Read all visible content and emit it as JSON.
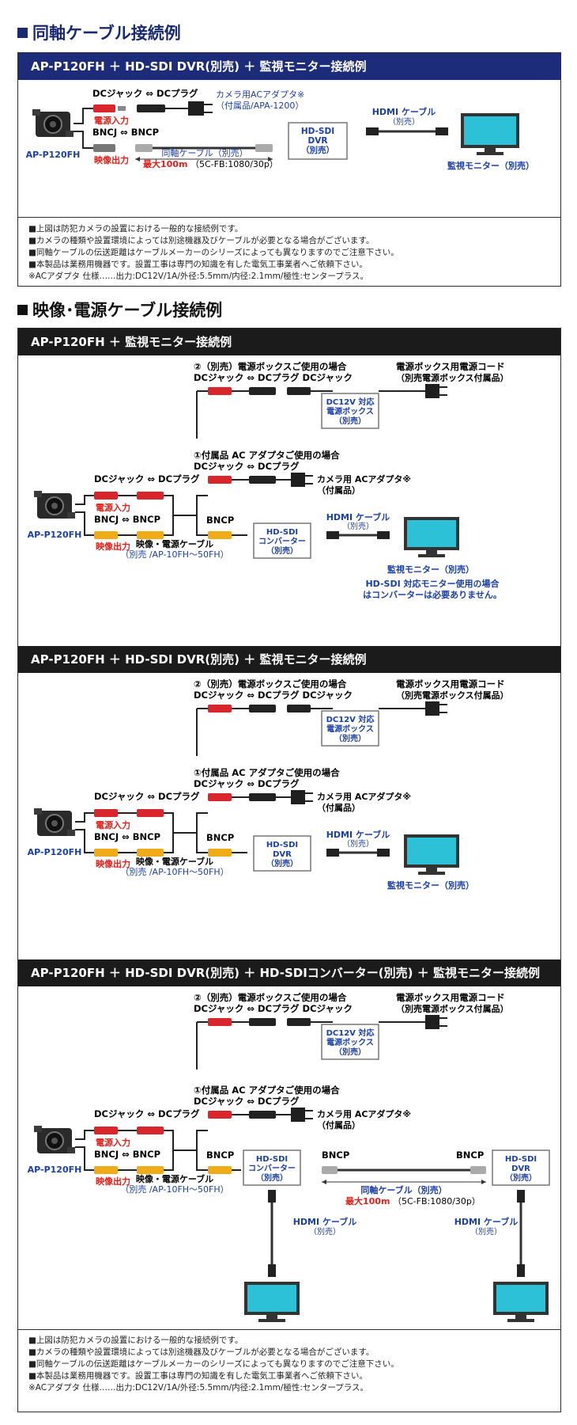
{
  "section1": {
    "title": "同軸ケーブル接続例",
    "bar": "AP-P120FH ＋ HD-SDI DVR(別売) ＋ 監視モニター接続例",
    "dc_label": "DCジャック ⇔ DCプラグ",
    "power_in": "電源入力",
    "bnc_label": "BNCJ ⇔ BNCP",
    "video_out": "映像出力",
    "camera_label": "AP-P120FH",
    "adapter_line1": "カメラ用ACアダプタ※",
    "adapter_line2": "（付属品/APA-1200）",
    "cable_label": "同軸ケーブル（別売）",
    "cable_max": "最大100m",
    "cable_spec": "（5C-FB:1080/30p）",
    "dvr_lines": [
      "HD-SDI",
      "DVR",
      "（別売）"
    ],
    "hdmi_label": "HDMI ケーブル",
    "hdmi_sub": "（別売）",
    "monitor_label": "監視モニター（別売）",
    "notes": [
      "■上図は防犯カメラの設置における一般的な接続例です。",
      "■カメラの種類や設置環境によっては別途機器及びケーブルが必要となる場合がございます。",
      "■同軸ケーブルの伝送距離はケーブルメーカーのシリーズによっても異なりますのでご注意下さい。",
      "■本製品は業務用機器です。設置工事は専門の知識を有した電気工事業者へご依頼下さい。",
      "※ACアダプタ 仕様……出力:DC12V/1A/外径:5.5mm/内径:2.1mm/極性:センタープラス。"
    ]
  },
  "section2": {
    "title": "映像･電源ケーブル接続例",
    "shared": {
      "case2_title": "②（別売）電源ボックスご使用の場合",
      "case2_conn": "DCジャック ⇔ DCプラグ  DCジャック",
      "cord_line1": "電源ボックス用電源コード",
      "cord_line2": "（別売電源ボックス付属品）",
      "pbox_lines": [
        "DC12V 対応",
        "電源ボックス",
        "（別売）"
      ],
      "case1_title": "①付属品 AC アダプタご使用の場合",
      "case1_conn": "DCジャック ⇔ DCプラグ",
      "adapter_line1": "カメラ用 ACアダプタ※",
      "adapter_line2": "（付属品）",
      "dc_label": "DCジャック ⇔ DCプラグ",
      "power_in": "電源入力",
      "bnc_label": "BNCJ ⇔ BNCP",
      "video_out": "映像出力",
      "camera_label": "AP-P120FH",
      "bncp": "BNCP",
      "cable_line1": "映像・電源ケーブル",
      "cable_line2": "（別売 /AP-10FH〜50FH）",
      "hdmi_label": "HDMI ケーブル",
      "hdmi_sub": "（別売）",
      "monitor_label": "監視モニター（別売）"
    },
    "panel_a": {
      "bar": "AP-P120FH ＋ 監視モニター接続例",
      "conv_lines": [
        "HD-SDI",
        "コンバーター",
        "（別売）"
      ],
      "note_line1": "HD-SDI 対応モニター使用の場合",
      "note_line2": "はコンバーターは必要ありません。"
    },
    "panel_b": {
      "bar": "AP-P120FH ＋ HD-SDI DVR(別売) ＋ 監視モニター接続例",
      "dvr_lines": [
        "HD-SDI",
        "DVR",
        "（別売）"
      ]
    },
    "panel_c": {
      "bar": "AP-P120FH ＋ HD-SDI DVR(別売) ＋ HD-SDIコンバーター(別売) ＋ 監視モニター接続例",
      "conv_lines": [
        "HD-SDI",
        "コンバーター",
        "（別売）"
      ],
      "dvr_lines": [
        "HD-SDI",
        "DVR",
        "（別売）"
      ],
      "bncp_left": "BNCP",
      "bncp_right": "BNCP",
      "coax_label": "同軸ケーブル（別売）",
      "coax_max": "最大100m",
      "coax_spec": "（5C-FB:1080/30p）"
    },
    "notes": [
      "■上図は防犯カメラの設置における一般的な接続例です。",
      "■カメラの種類や設置環境によっては別途機器及びケーブルが必要となる場合がございます。",
      "■同軸ケーブルの伝送距離はケーブルメーカーのシリーズによっても異なりますのでご注意下さい。",
      "■本製品は業務用機器です。設置工事は専門の知識を有した電気工事業者へご依頼下さい。",
      "※ACアダプタ 仕様……出力:DC12V/1A/外径:5.5mm/内径:2.1mm/極性:センタープラス。"
    ]
  },
  "colors": {
    "navy": "#1c2b7a",
    "bar_black": "#1b1b1b",
    "red_plug": "#d8262c",
    "yellow_plug": "#f0ab18",
    "label_red": "#e0201a",
    "label_blue": "#1a3fa8",
    "monitor_screen": "#2cc1d6"
  }
}
